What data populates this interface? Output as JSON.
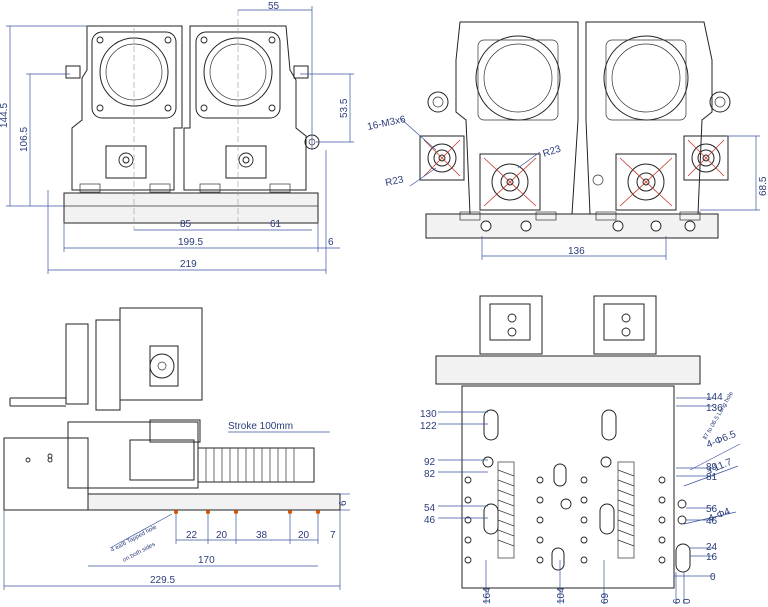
{
  "views": {
    "top_left": {
      "dims": {
        "d55": "55",
        "d144_5": "144.5",
        "d106_5": "106.5",
        "d53_5": "53.5",
        "d85": "85",
        "d61": "61",
        "d199_5": "199.5",
        "d6": "6",
        "d219": "219"
      }
    },
    "top_right": {
      "dims": {
        "m3": "16-M3x6",
        "r23a": "R23",
        "r23b": "R23",
        "d68_5": "68.5",
        "d136": "136"
      }
    },
    "bottom_left": {
      "stroke": "Stroke 100mm",
      "dims": {
        "d6": "6",
        "d22": "22",
        "d20a": "20",
        "d38": "38",
        "d20b": "20",
        "d7": "7",
        "d170": "170",
        "d229_5": "229.5"
      },
      "note1": "4 ea/6 Tapped hole",
      "note2": "on both sides"
    },
    "bottom_right": {
      "left_dims": [
        "130",
        "122",
        "92",
        "82",
        "54",
        "46"
      ],
      "right_dims": [
        "144",
        "136",
        "89",
        "81",
        "56",
        "46",
        "24",
        "16",
        "0"
      ],
      "hole_notes": [
        "4-Φ6.5",
        "4-Φ4"
      ],
      "hole_subnote": "ⅎ 11.7",
      "long_hole": "Ⅱ7 to 06.5 Long hole",
      "bottom_dims": [
        "164",
        "104",
        "69",
        "6",
        "0"
      ]
    }
  }
}
